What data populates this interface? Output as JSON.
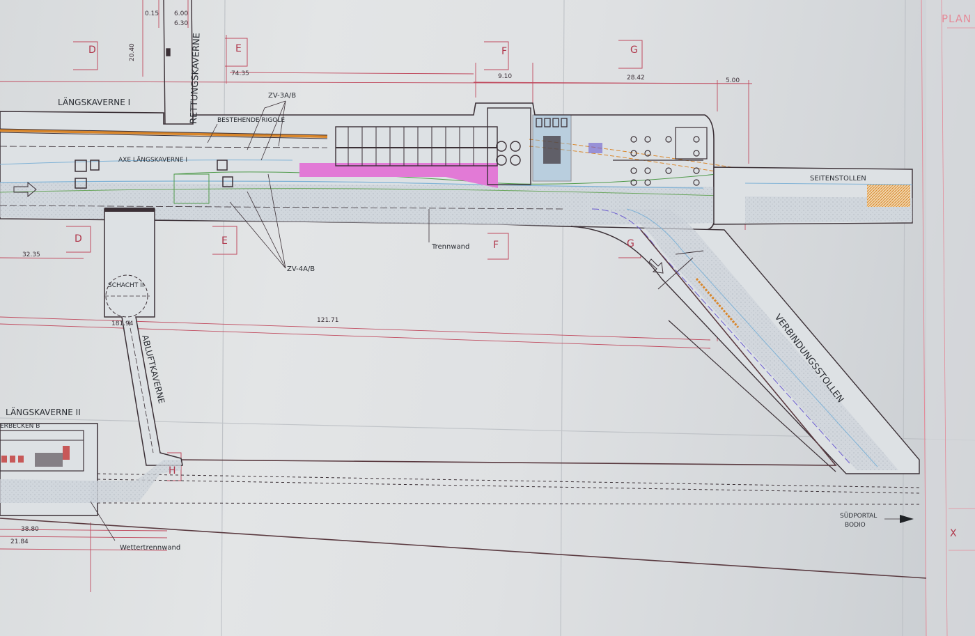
{
  "labels": {
    "rettungskaverne": "RETTUNGSKAVERNE",
    "laengskaverne_1": "LÄNGSKAVERNE I",
    "laengskaverne_2": "LÄNGSKAVERNE II",
    "axe_laengskaverne": "AXE LÄNGSKAVERNE I",
    "bestehende_rigole": "BESTEHENDE RIGOLE",
    "zv3": "ZV-3A/B",
    "zv4": "ZV-4A/B",
    "trennwand": "Trennwand",
    "seitenstollen": "SEITENSTOLLEN",
    "verbindungsstollen": "VERBINDUNGSSTOLLEN",
    "schacht": "SCHACHT II",
    "abluftkaverne": "ABLUFTKAVERNE",
    "becken": "ERBECKEN B",
    "wettertrennwand": "Wettertrennwand",
    "suedportal_1": "SÜDPORTAL",
    "suedportal_2": "BODIO",
    "corner_title": "PLAN"
  },
  "dimensions": {
    "d_015": "0.15",
    "d_600": "6.00",
    "d_630": "6.30",
    "d_2040": "20.40",
    "d_7435": "74.35",
    "d_910": "9.10",
    "d_2842": "28.42",
    "d_500": "5.00",
    "d_3235": "32.35",
    "d_12171": "121.71",
    "d_18194": "181.94",
    "d_3880": "38.80",
    "d_2184": "21.84"
  },
  "sections": {
    "d_top": "D",
    "e_top": "E",
    "f_top": "F",
    "g_top": "G",
    "d_bot": "D",
    "e_bot": "E",
    "f_bot": "F",
    "g_bot": "G",
    "h": "H",
    "x": "X"
  },
  "colors": {
    "ink": "#3b3036",
    "section_line": "#c04a5e",
    "orange_track": "#d9862a",
    "magenta_block": "#e27ad6",
    "tunnel_fill": "#c9cfd6",
    "light_blue": "#7fb2d6",
    "green": "#4f9a4a"
  }
}
